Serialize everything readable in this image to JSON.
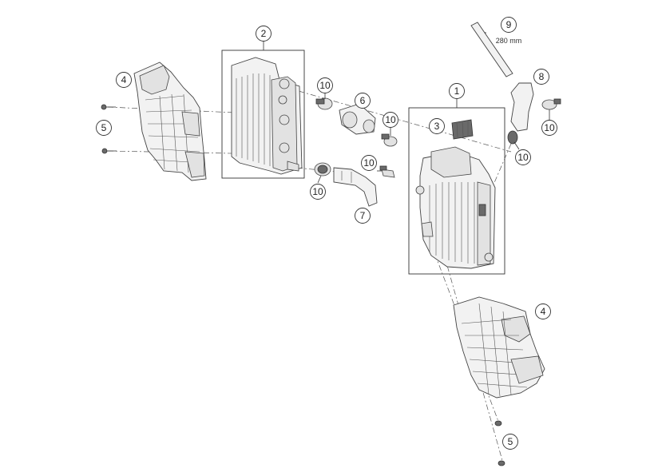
{
  "callouts": {
    "c1": "1",
    "c2": "2",
    "c3": "3",
    "c4_left": "4",
    "c4_right": "4",
    "c5_left": "5",
    "c5_right": "5",
    "c6": "6",
    "c7": "7",
    "c8": "8",
    "c9": "9",
    "c10_a": "10",
    "c10_b": "10",
    "c10_c": "10",
    "c10_d": "10",
    "c10_e": "10",
    "c10_f": "10"
  },
  "hose_length": "280 mm"
}
